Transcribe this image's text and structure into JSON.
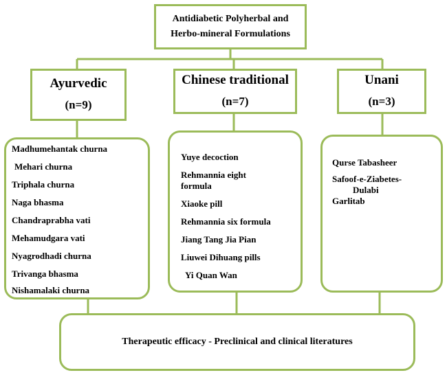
{
  "root": {
    "line1": "Antidiabetic Polyherbal and",
    "line2": "Herbo-mineral Formulations"
  },
  "categories": [
    {
      "name": "Ayurvedic",
      "count": "(n=9)",
      "items": [
        "Madhumehantak churna",
        "Mehari churna",
        "Triphala churna",
        "Naga bhasma",
        "Chandraprabha vati",
        "Mehamudgara vati",
        "Nyagrodhadi churna",
        "Trivanga bhasma",
        "Nishamalaki churna"
      ]
    },
    {
      "name": "Chinese traditional",
      "count": "(n=7)",
      "items": [
        "Yuye decoction",
        "Rehmannia eight",
        "formula",
        "Xiaoke pill",
        "Rehmannia six formula",
        "Jiang Tang Jia Pian",
        "Liuwei Dihuang pills",
        "Yi Quan Wan"
      ]
    },
    {
      "name": "Unani",
      "count": "(n=3)",
      "items": [
        "Qurse Tabasheer",
        "Safoof-e-Ziabetes-",
        "Dulabi",
        "Garlitab"
      ]
    }
  ],
  "bottom": {
    "text": "Therapeutic efficacy - Preclinical and clinical literatures"
  }
}
